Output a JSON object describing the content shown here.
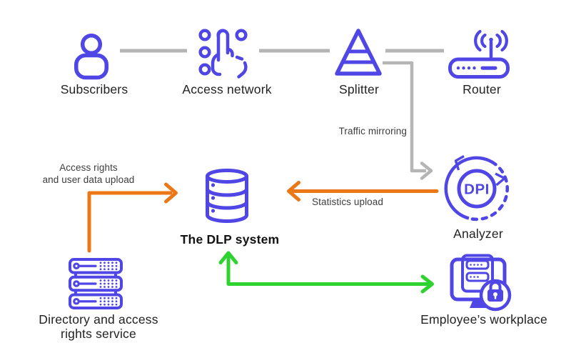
{
  "colors": {
    "icon_blue": "#4f46e5",
    "connector_gray": "#b5b5b5",
    "upload_orange": "#ec7815",
    "flow_green": "#2fd32f"
  },
  "nodes": {
    "subscribers": {
      "label": "Subscribers"
    },
    "access_network": {
      "label": "Access network"
    },
    "splitter": {
      "label": "Splitter"
    },
    "router": {
      "label": "Router"
    },
    "analyzer": {
      "label": "Analyzer",
      "badge": "DPI"
    },
    "dlp_system": {
      "label": "The DLP system"
    },
    "directory_service": {
      "label_line1": "Directory and access",
      "label_line2": "rights service"
    },
    "employee_workplace": {
      "label": "Employee’s workplace"
    }
  },
  "edge_labels": {
    "traffic_mirroring": "Traffic mirroring",
    "statistics_upload": "Statistics upload",
    "access_rights_line1": "Access rights",
    "access_rights_line2": "and user data upload"
  }
}
